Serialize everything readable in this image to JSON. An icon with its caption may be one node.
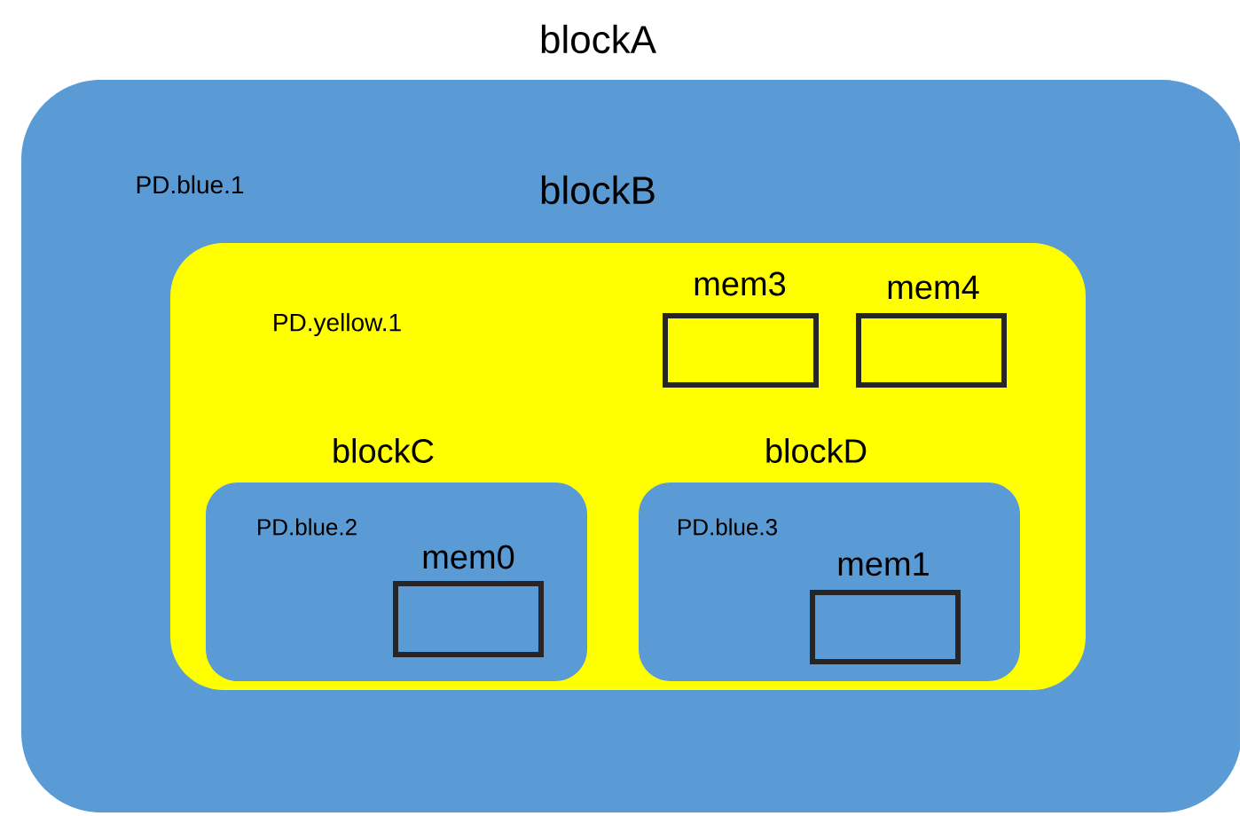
{
  "diagram": {
    "nodes": [
      {
        "text": [
          "blockA",
          "PD.blue.1"
        ]
      },
      {
        "text": [
          "blockB",
          "PD.yellow.1"
        ],
        "in": 0
      },
      {
        "text": [
          "mem3"
        ],
        "in": 1
      },
      {
        "text": [
          "mem4"
        ],
        "in": 1
      },
      {
        "text": [
          "blockC",
          "PD.blue.2"
        ],
        "in": 1
      },
      {
        "text": [
          "mem0"
        ],
        "in": 4
      },
      {
        "text": [
          "blockD",
          "PD.blue.3"
        ],
        "in": 1
      },
      {
        "text": [
          "mem1"
        ],
        "in": 6
      }
    ]
  }
}
